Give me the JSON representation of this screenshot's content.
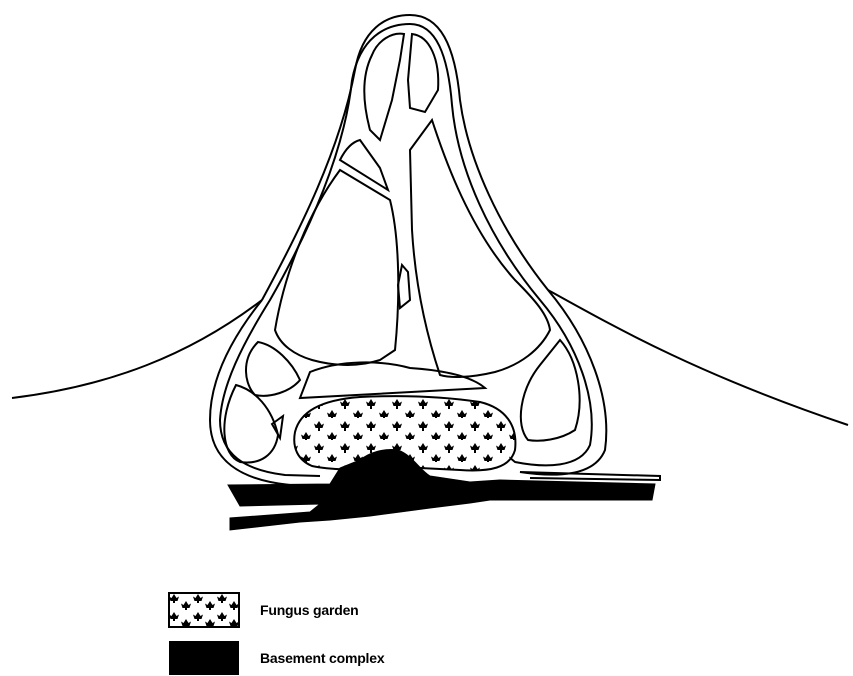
{
  "legend": [
    {
      "key": "fungus",
      "label": "Fungus garden"
    },
    {
      "key": "basement",
      "label": "Basement complex"
    }
  ],
  "colors": {
    "ink": "#000000",
    "paper": "#ffffff"
  }
}
